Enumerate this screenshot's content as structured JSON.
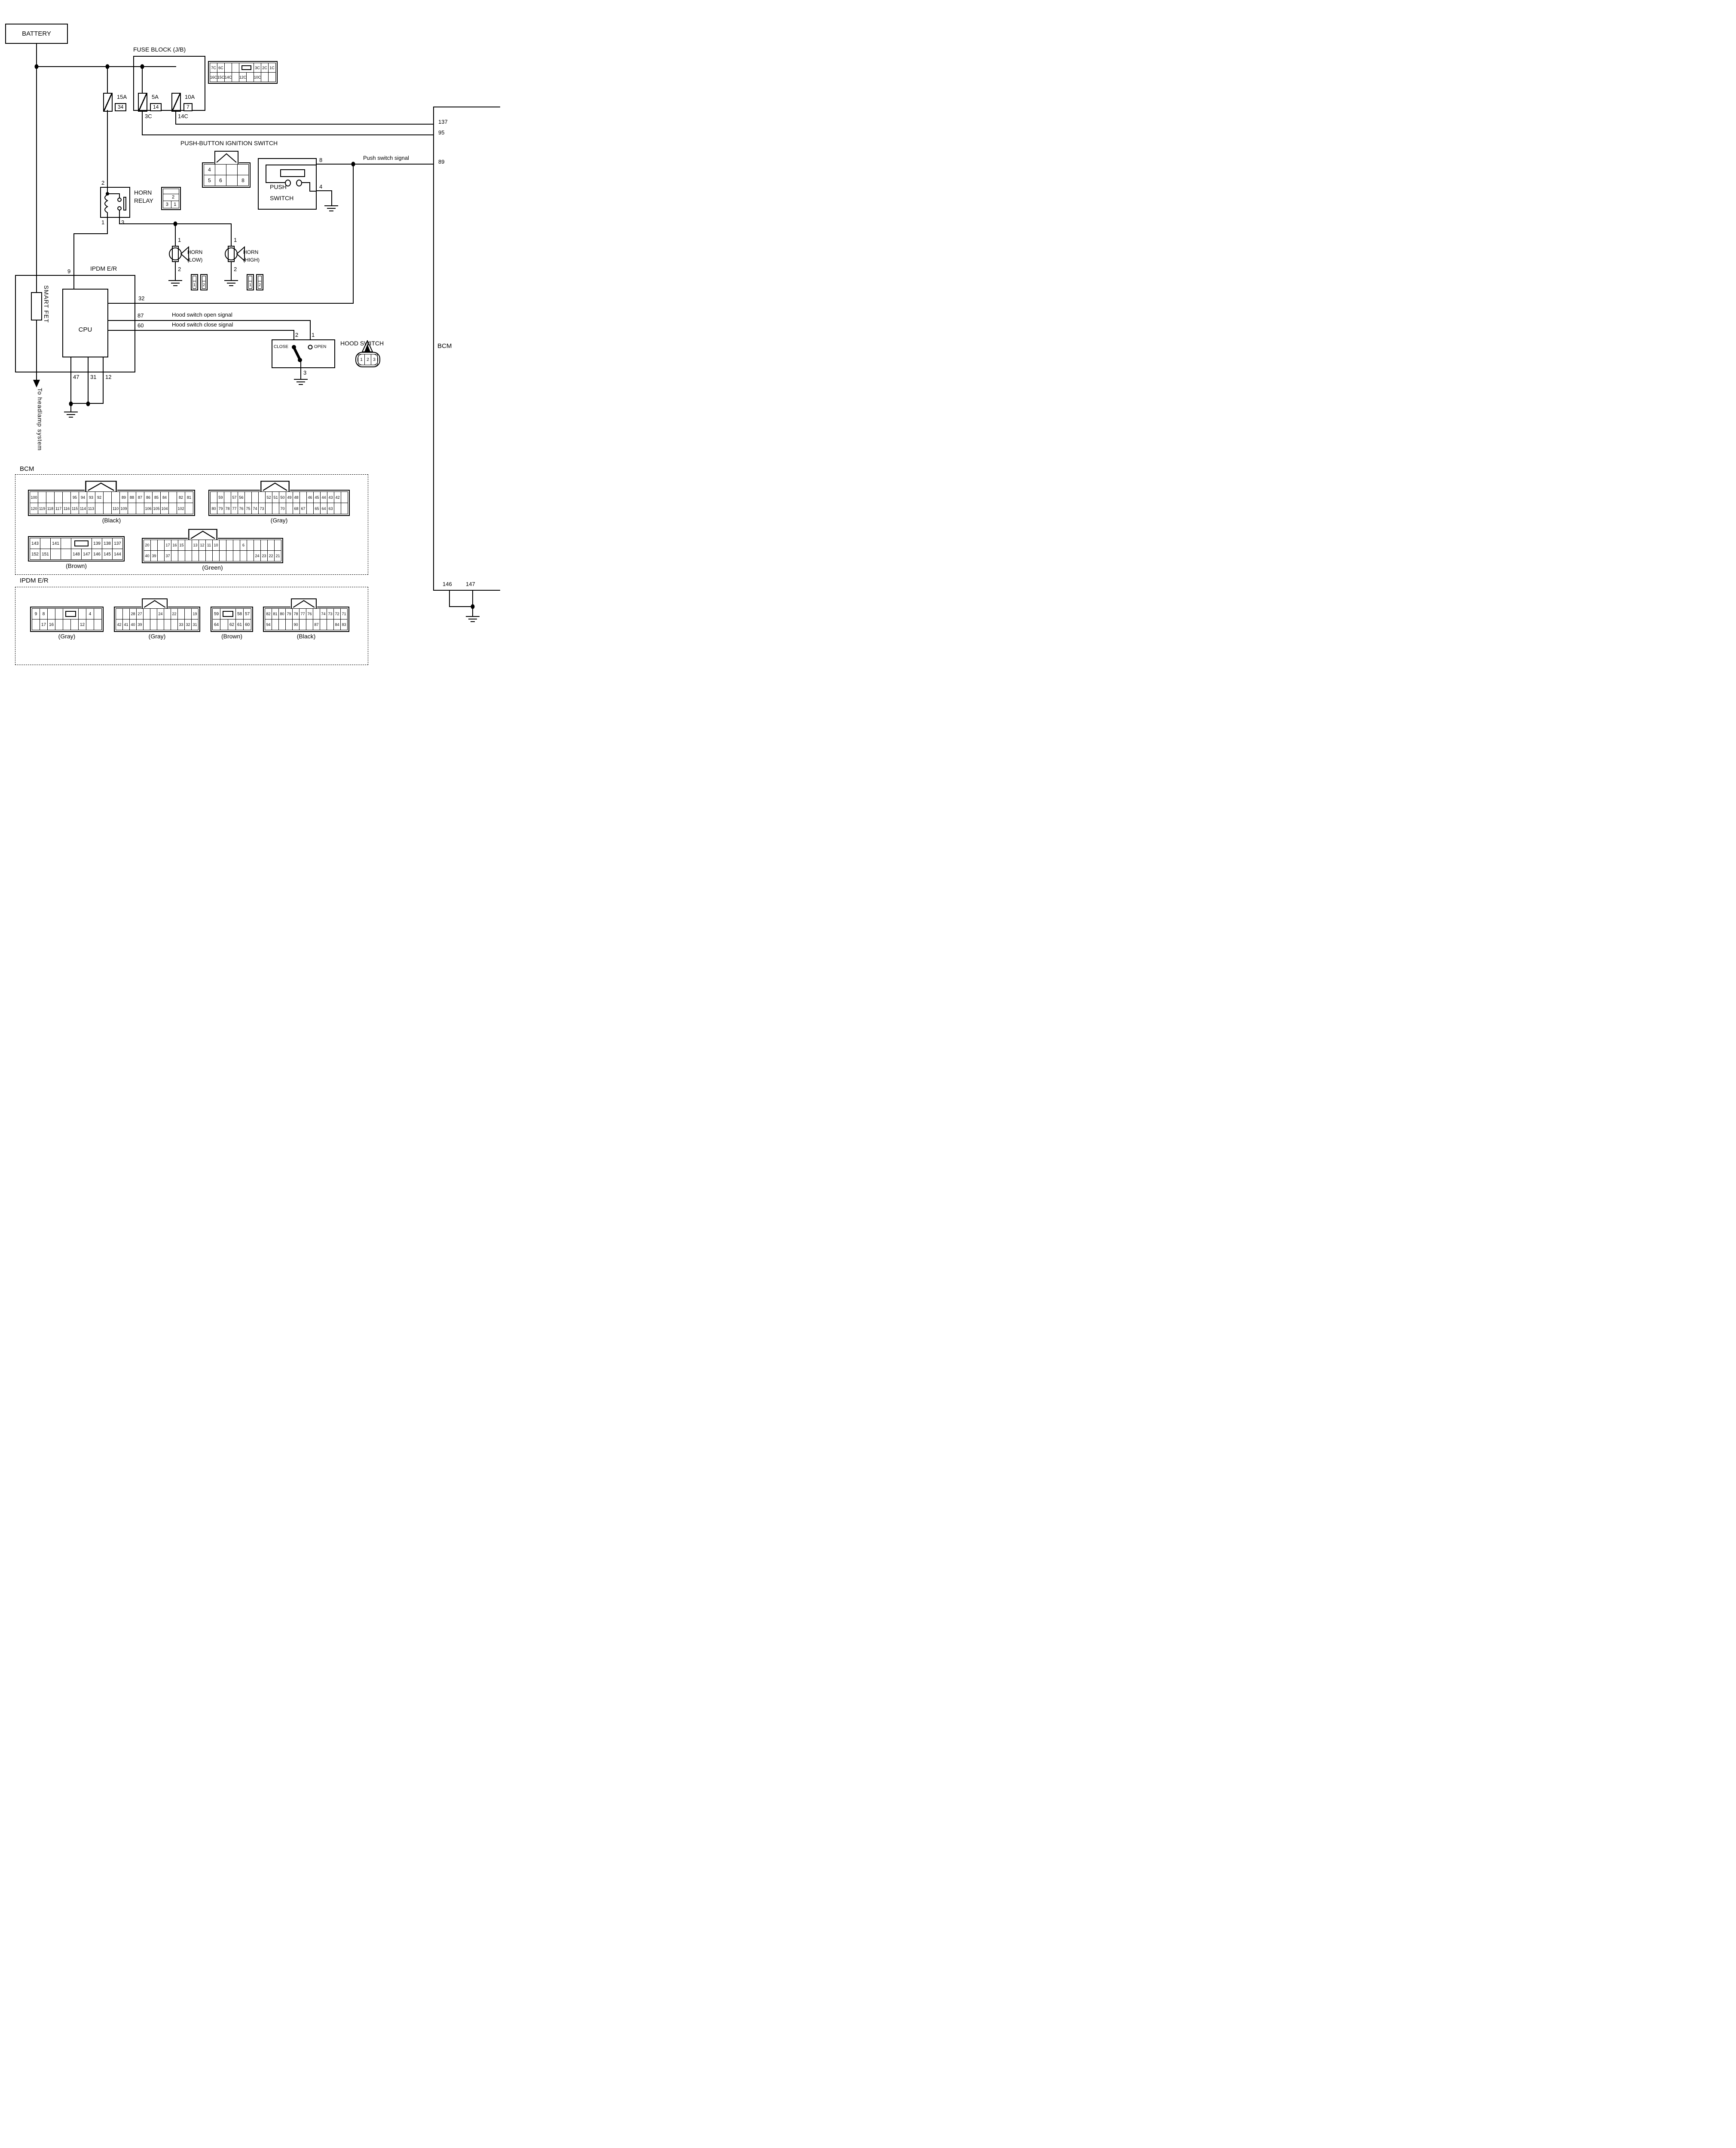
{
  "components": {
    "battery": "BATTERY",
    "fuse_block": "FUSE BLOCK (J/B)",
    "ignition_switch_title": "PUSH-BUTTON IGNITION SWITCH",
    "push_switch": [
      "PUSH",
      "SWITCH"
    ],
    "horn_relay": [
      "HORN",
      "RELAY"
    ],
    "horn_low": [
      "HORN",
      "(LOW)"
    ],
    "horn_high": [
      "HORN",
      "(HIGH)"
    ],
    "ipdm": "IPDM E/R",
    "smart_fet": "SMART FET",
    "cpu": "CPU",
    "bcm": "BCM",
    "hood_switch": "HOOD SWITCH",
    "close": "CLOSE",
    "open": "OPEN",
    "to_headlamp": "To headlamp system",
    "push_switch_signal": "Push switch signal",
    "hood_open_signal": "Hood switch open signal",
    "hood_close_signal": "Hood switch close signal",
    "bcm_section": "BCM",
    "ipdm_section": "IPDM E/R"
  },
  "fuses": [
    {
      "rating": "15A",
      "number": "34"
    },
    {
      "rating": "5A",
      "number": "14"
    },
    {
      "rating": "10A",
      "number": "7"
    }
  ],
  "pins": {
    "jb_3c": "3C",
    "jb_14c": "14C",
    "relay_2": "2",
    "relay_1": "1",
    "relay_3": "3",
    "horn_low_1": "1",
    "horn_low_2": "2",
    "horn_high_1": "1",
    "horn_high_2": "2",
    "ipdm_9": "9",
    "ipdm_32": "32",
    "ipdm_87": "87",
    "ipdm_60": "60",
    "ipdm_47": "47",
    "ipdm_31": "31",
    "ipdm_12": "12",
    "push_8": "8",
    "push_4": "4",
    "hood_2": "2",
    "hood_1": "1",
    "hood_3": "3",
    "bcm_137": "137",
    "bcm_95": "95",
    "bcm_89": "89",
    "bcm_146": "146",
    "bcm_147": "147"
  },
  "connectors": {
    "jb_grid": {
      "rows": [
        [
          "7C",
          "6C",
          "",
          "",
          {
            "w": 2,
            "rect": true
          },
          "3C",
          "2C",
          "1C"
        ],
        [
          "16C",
          "15C",
          "14C",
          "",
          "12C",
          "",
          "10C",
          "",
          ""
        ]
      ]
    },
    "ignition": {
      "rows": [
        [
          "4",
          "",
          "",
          ""
        ],
        [
          "5",
          "6",
          "",
          "8"
        ]
      ]
    },
    "relay_conn": {
      "mid": "2",
      "bottom_left": "3",
      "bottom_right": "1"
    },
    "horn_pair": [
      "1",
      "2"
    ],
    "hood_conn": [
      "1",
      "2",
      "3"
    ],
    "bcm_black": {
      "label": "(Black)",
      "rows": [
        [
          "100",
          "",
          "",
          "",
          "",
          "95",
          "94",
          "93",
          "92",
          "",
          "",
          "89",
          "88",
          "87",
          "86",
          "85",
          "84",
          "",
          "82",
          "81"
        ],
        [
          "120",
          "119",
          "118",
          "117",
          "116",
          "115",
          "114",
          "113",
          "",
          "",
          "110",
          "109",
          "",
          "",
          "106",
          "105",
          "104",
          "",
          "102",
          ""
        ]
      ]
    },
    "bcm_gray": {
      "label": "(Gray)",
      "rows": [
        [
          "",
          "59",
          "",
          "57",
          "56",
          "",
          "",
          "",
          "52",
          "51",
          "50",
          "49",
          "48",
          "",
          "46",
          "45",
          "44",
          "43",
          "42",
          ""
        ],
        [
          "80",
          "79",
          "78",
          "77",
          "76",
          "75",
          "74",
          "73",
          "",
          "",
          "70",
          "",
          "68",
          "67",
          "",
          "65",
          "64",
          "63",
          "",
          ""
        ]
      ]
    },
    "bcm_brown": {
      "label": "(Brown)",
      "rows": [
        [
          "143",
          "",
          "141",
          "",
          {
            "w": 2,
            "rect": true
          },
          "139",
          "138",
          "137"
        ],
        [
          "152",
          "151",
          "",
          "",
          "148",
          "147",
          "146",
          "145",
          "144"
        ]
      ]
    },
    "bcm_green": {
      "label": "(Green)",
      "rows": [
        [
          "20",
          "",
          "",
          "17",
          "16",
          "15",
          "",
          "13",
          "12",
          "11",
          "10",
          "",
          "",
          "",
          "6",
          "",
          "",
          "",
          "",
          ""
        ],
        [
          "40",
          "39",
          "",
          "37",
          "",
          "",
          "",
          "",
          "",
          "",
          "",
          "",
          "",
          "",
          "",
          "",
          "24",
          "23",
          "22",
          "21"
        ]
      ]
    },
    "ipdm_gray1": {
      "label": "(Gray)",
      "rows": [
        [
          "9",
          "8",
          "",
          "",
          {
            "w": 2,
            "rect": true
          },
          "",
          "4",
          ""
        ],
        [
          "",
          "17",
          "16",
          "",
          "",
          "",
          "12",
          "",
          ""
        ]
      ]
    },
    "ipdm_gray2": {
      "label": "(Gray)",
      "rows": [
        [
          "",
          "",
          "28",
          "27",
          "",
          "",
          "24",
          "",
          "22",
          "",
          "",
          "19"
        ],
        [
          "42",
          "41",
          "40",
          "39",
          "",
          "",
          "",
          "",
          "",
          "33",
          "32",
          "31"
        ]
      ]
    },
    "ipdm_brown": {
      "label": "(Brown)",
      "rows": [
        [
          "59",
          {
            "w": 2,
            "rect": true
          },
          "58",
          "57"
        ],
        [
          "64",
          "",
          "62",
          "61",
          "60"
        ]
      ]
    },
    "ipdm_black": {
      "label": "(Black)",
      "rows": [
        [
          "82",
          "81",
          "80",
          "79",
          "78",
          "77",
          "76",
          "",
          "74",
          "73",
          "72",
          "71"
        ],
        [
          "94",
          "",
          "",
          "",
          "90",
          "",
          "",
          "87",
          "",
          "",
          "84",
          "83"
        ]
      ]
    }
  }
}
